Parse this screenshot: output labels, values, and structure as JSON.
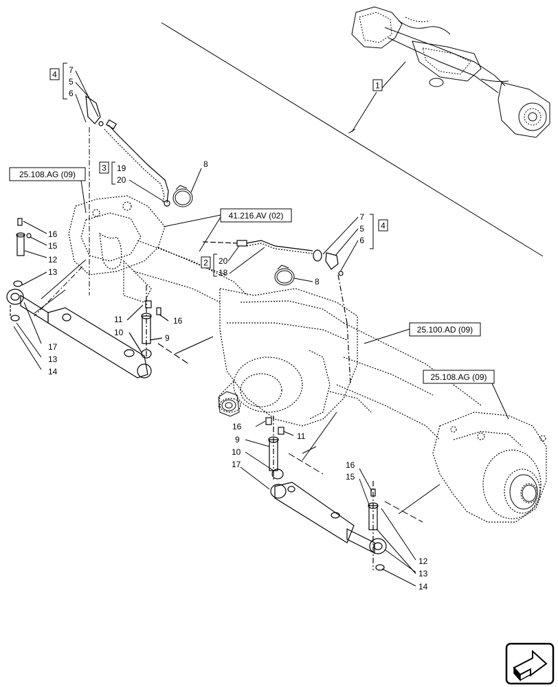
{
  "references": {
    "steering_knuckle_left": "25.108.AG (09)",
    "steering_knuckle_right": "25.108.AG (09)",
    "axle_housing": "25.100.AD (09)",
    "steering_lines": "41.216.AV (02)"
  },
  "kits": {
    "kit1": "1",
    "kit2": "2",
    "kit3": "3",
    "kit4_top": "4",
    "kit4_right": "4"
  },
  "kit_items": {
    "kit4_top": [
      "7",
      "5",
      "6"
    ],
    "kit3": [
      "19",
      "20"
    ],
    "kit2": [
      "20",
      "18"
    ],
    "kit4_right": [
      "7",
      "5",
      "6"
    ]
  },
  "callouts": {
    "clamp_top": "8",
    "clamp_mid": "8",
    "left_16": "16",
    "left_15": "15",
    "left_12": "12",
    "left_13": "13",
    "left_17": "17",
    "left_13b": "13",
    "left_14": "14",
    "mid_11": "11",
    "mid_16": "16",
    "mid_10": "10",
    "mid_9": "9",
    "low_16": "16",
    "low_11": "11",
    "low_9": "9",
    "low_10": "10",
    "low_17": "17",
    "right_16": "16",
    "right_15": "15",
    "right_12": "12",
    "right_13": "13",
    "right_14": "14"
  },
  "icons": {
    "nav": "next-page-arrow-icon"
  }
}
